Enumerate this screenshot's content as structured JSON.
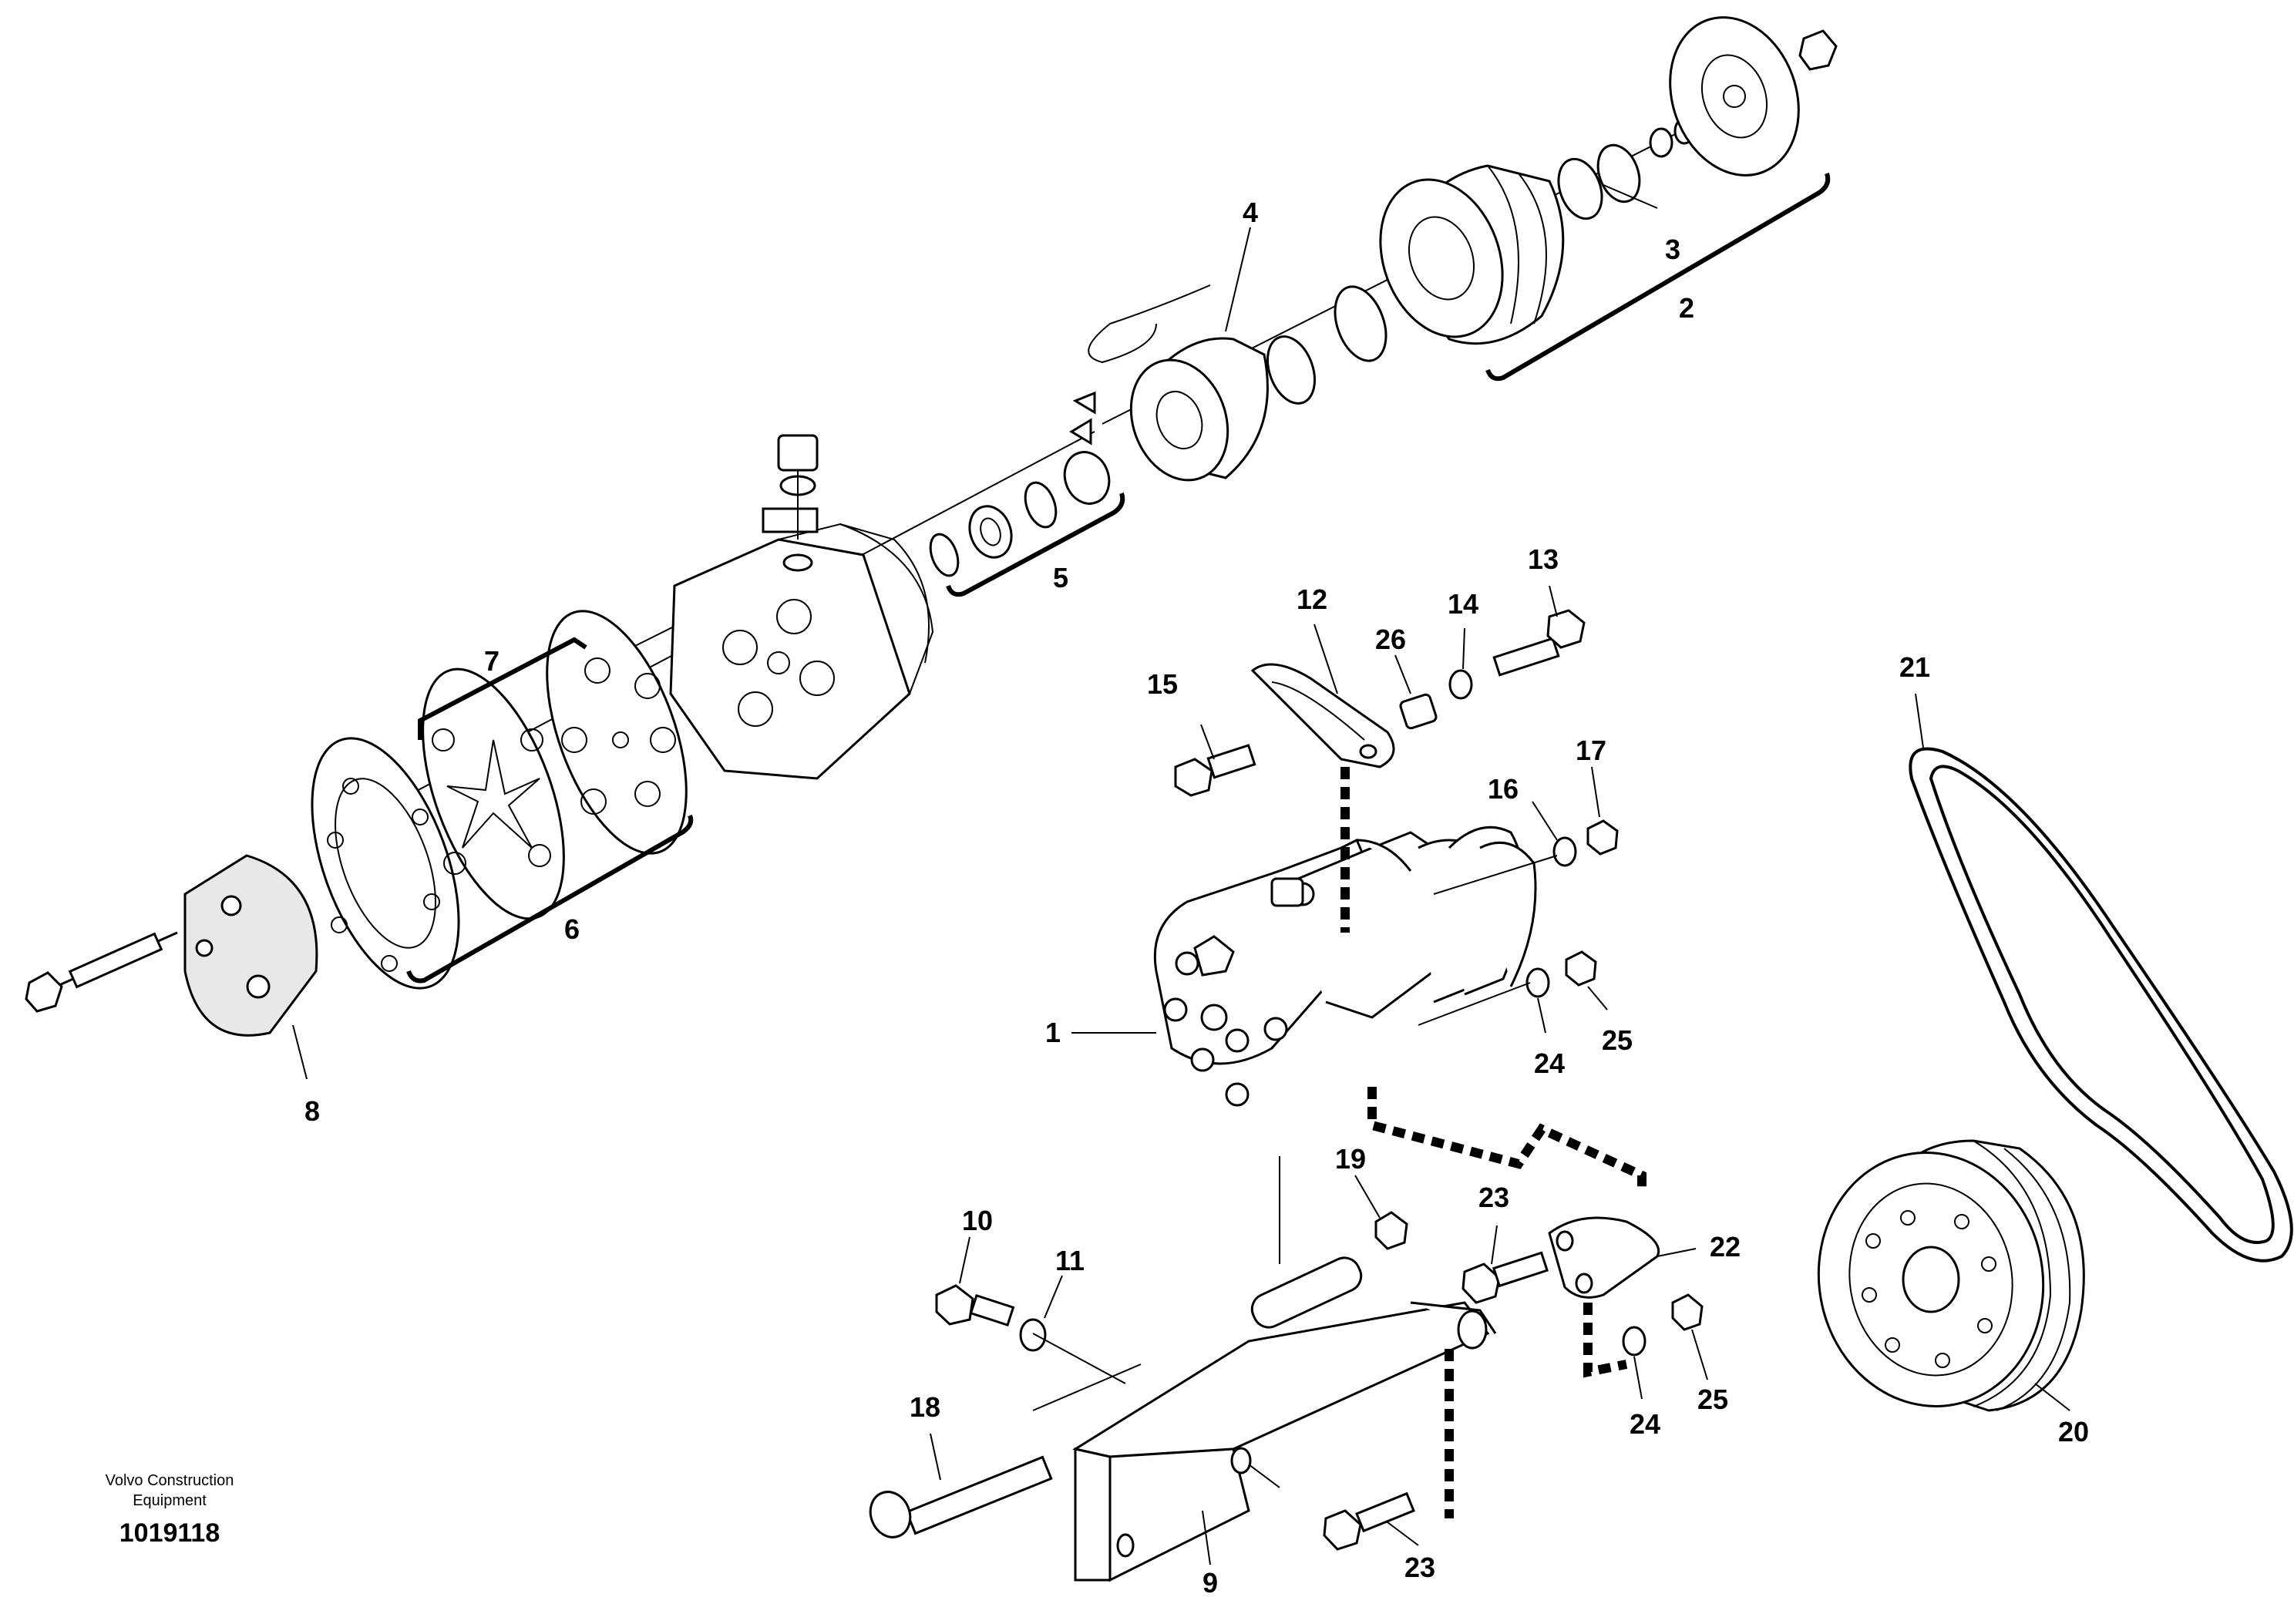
{
  "callouts": [
    "1",
    "2",
    "3",
    "4",
    "5",
    "6",
    "7",
    "8",
    "9",
    "10",
    "11",
    "12",
    "13",
    "14",
    "15",
    "16",
    "17",
    "18",
    "19",
    "20",
    "21",
    "22",
    "23",
    "23",
    "24",
    "24",
    "25",
    "25",
    "26"
  ],
  "credit": {
    "line1": "Volvo Construction",
    "line2": "Equipment",
    "drawing_number": "1019118"
  }
}
